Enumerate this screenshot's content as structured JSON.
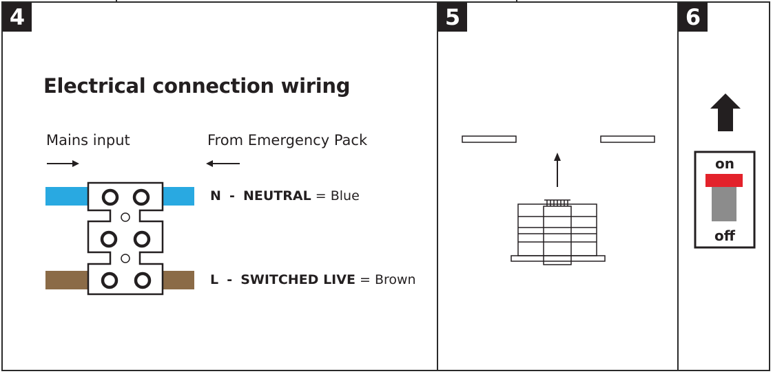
{
  "steps": {
    "step4_number": "4",
    "step5_number": "5",
    "step6_number": "6"
  },
  "wiring": {
    "title": "Electrical connection wiring",
    "mains_input": "Mains input",
    "from_emergency_pack": "From Emergency Pack",
    "neutral": {
      "letter": "N",
      "separator": "-",
      "name": "NEUTRAL",
      "equals": "=",
      "color_name": "Blue",
      "wire_color": "#29a9e1"
    },
    "live": {
      "letter": "L",
      "separator": "-",
      "name": "SWITCHED LIVE",
      "equals": "=",
      "color_name": "Brown",
      "wire_color": "#8b6b47"
    }
  },
  "switch": {
    "on_label": "on",
    "off_label": "off",
    "on_color": "#e3222b",
    "toggle_color": "#8c8c8c"
  }
}
